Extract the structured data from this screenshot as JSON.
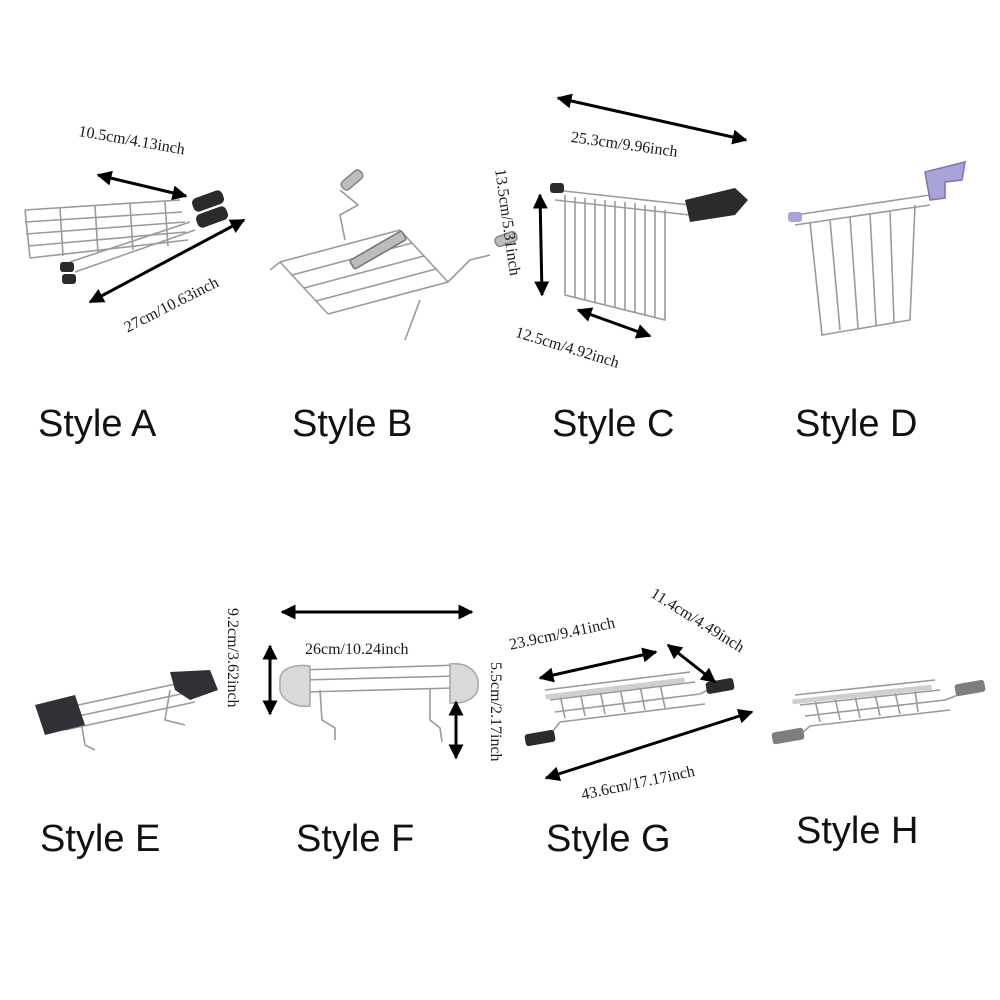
{
  "styles": [
    {
      "label": "Style A",
      "dimensions": [
        "10.5cm/4.13inch",
        "27cm/10.63inch"
      ]
    },
    {
      "label": "Style B",
      "dimensions": []
    },
    {
      "label": "Style C",
      "dimensions": [
        "25.3cm/9.96inch",
        "13.5cm/5.31inch",
        "12.5cm/4.92inch"
      ]
    },
    {
      "label": "Style D",
      "dimensions": []
    },
    {
      "label": "Style E",
      "dimensions": []
    },
    {
      "label": "Style F",
      "dimensions": [
        "9.2cm/3.62inch",
        "26cm/10.24inch",
        "5.5cm/2.17inch"
      ]
    },
    {
      "label": "Style G",
      "dimensions": [
        "11.4cm/4.49inch",
        "23.9cm/9.41inch",
        "43.6cm/17.17inch"
      ]
    },
    {
      "label": "Style H",
      "dimensions": []
    }
  ],
  "colors": {
    "wire": "#9a9a9a",
    "arrow": "#000000",
    "handle_black": "#2b2b2b",
    "handle_d": "#a9a4d8",
    "handle_e": "#2f3137",
    "handle_f": "#d9d9d9",
    "handle_h": "#7d7d7d"
  }
}
